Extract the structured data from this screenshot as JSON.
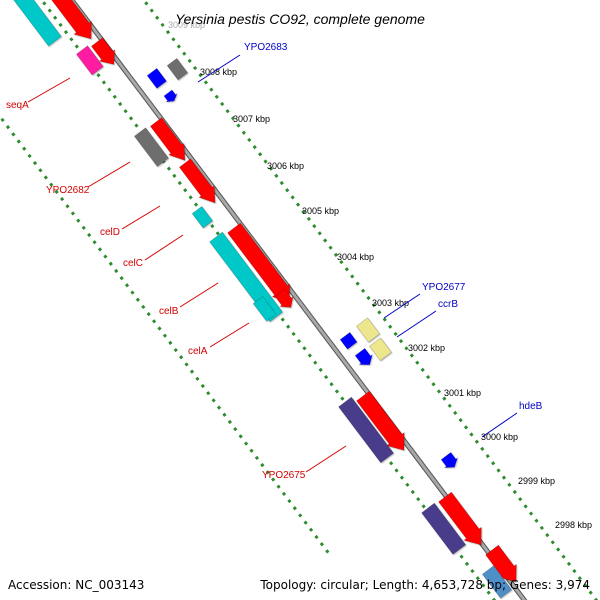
{
  "title": "Yersinia pestis CO92, complete genome",
  "footer": {
    "accession": "Accession: NC_003143",
    "topology": "Topology: circular; Length: 4,653,728 bp; Genes: 3,974"
  },
  "colors": {
    "backbone": "#8c8c8c",
    "tick_dots": "#2e8b2e",
    "kbp_label": "#000000",
    "gene_label_red": "#d40000",
    "gene_label_blue": "#0000c8",
    "feature_red": "#ff0000",
    "feature_cyan": "#00c8c8",
    "feature_magenta": "#ff1fa0",
    "feature_gray": "#6e6e6e",
    "feature_blue": "#0000ff",
    "feature_purple": "#483d8b",
    "feature_khaki": "#eee68c",
    "feature_steelblue": "#4f8fc7"
  },
  "kbp_ticks": [
    {
      "label": "3009 kbp"
    },
    {
      "label": "3008 kbp"
    },
    {
      "label": "3007 kbp"
    },
    {
      "label": "3006 kbp"
    },
    {
      "label": "3005 kbp"
    },
    {
      "label": "3004 kbp"
    },
    {
      "label": "3003 kbp"
    },
    {
      "label": "3002 kbp"
    },
    {
      "label": "3001 kbp"
    },
    {
      "label": "3000 kbp"
    },
    {
      "label": "2999 kbp"
    },
    {
      "label": "2998 kbp"
    }
  ],
  "gene_labels_left": [
    {
      "label": "seqA"
    },
    {
      "label": "YPO2682"
    },
    {
      "label": "celD"
    },
    {
      "label": "celC"
    },
    {
      "label": "celB"
    },
    {
      "label": "celA"
    },
    {
      "label": "YPO2675"
    }
  ],
  "gene_labels_right": [
    {
      "label": "YPO2683"
    },
    {
      "label": "YPO2677"
    },
    {
      "label": "ccrB"
    },
    {
      "label": "hdeB"
    }
  ]
}
